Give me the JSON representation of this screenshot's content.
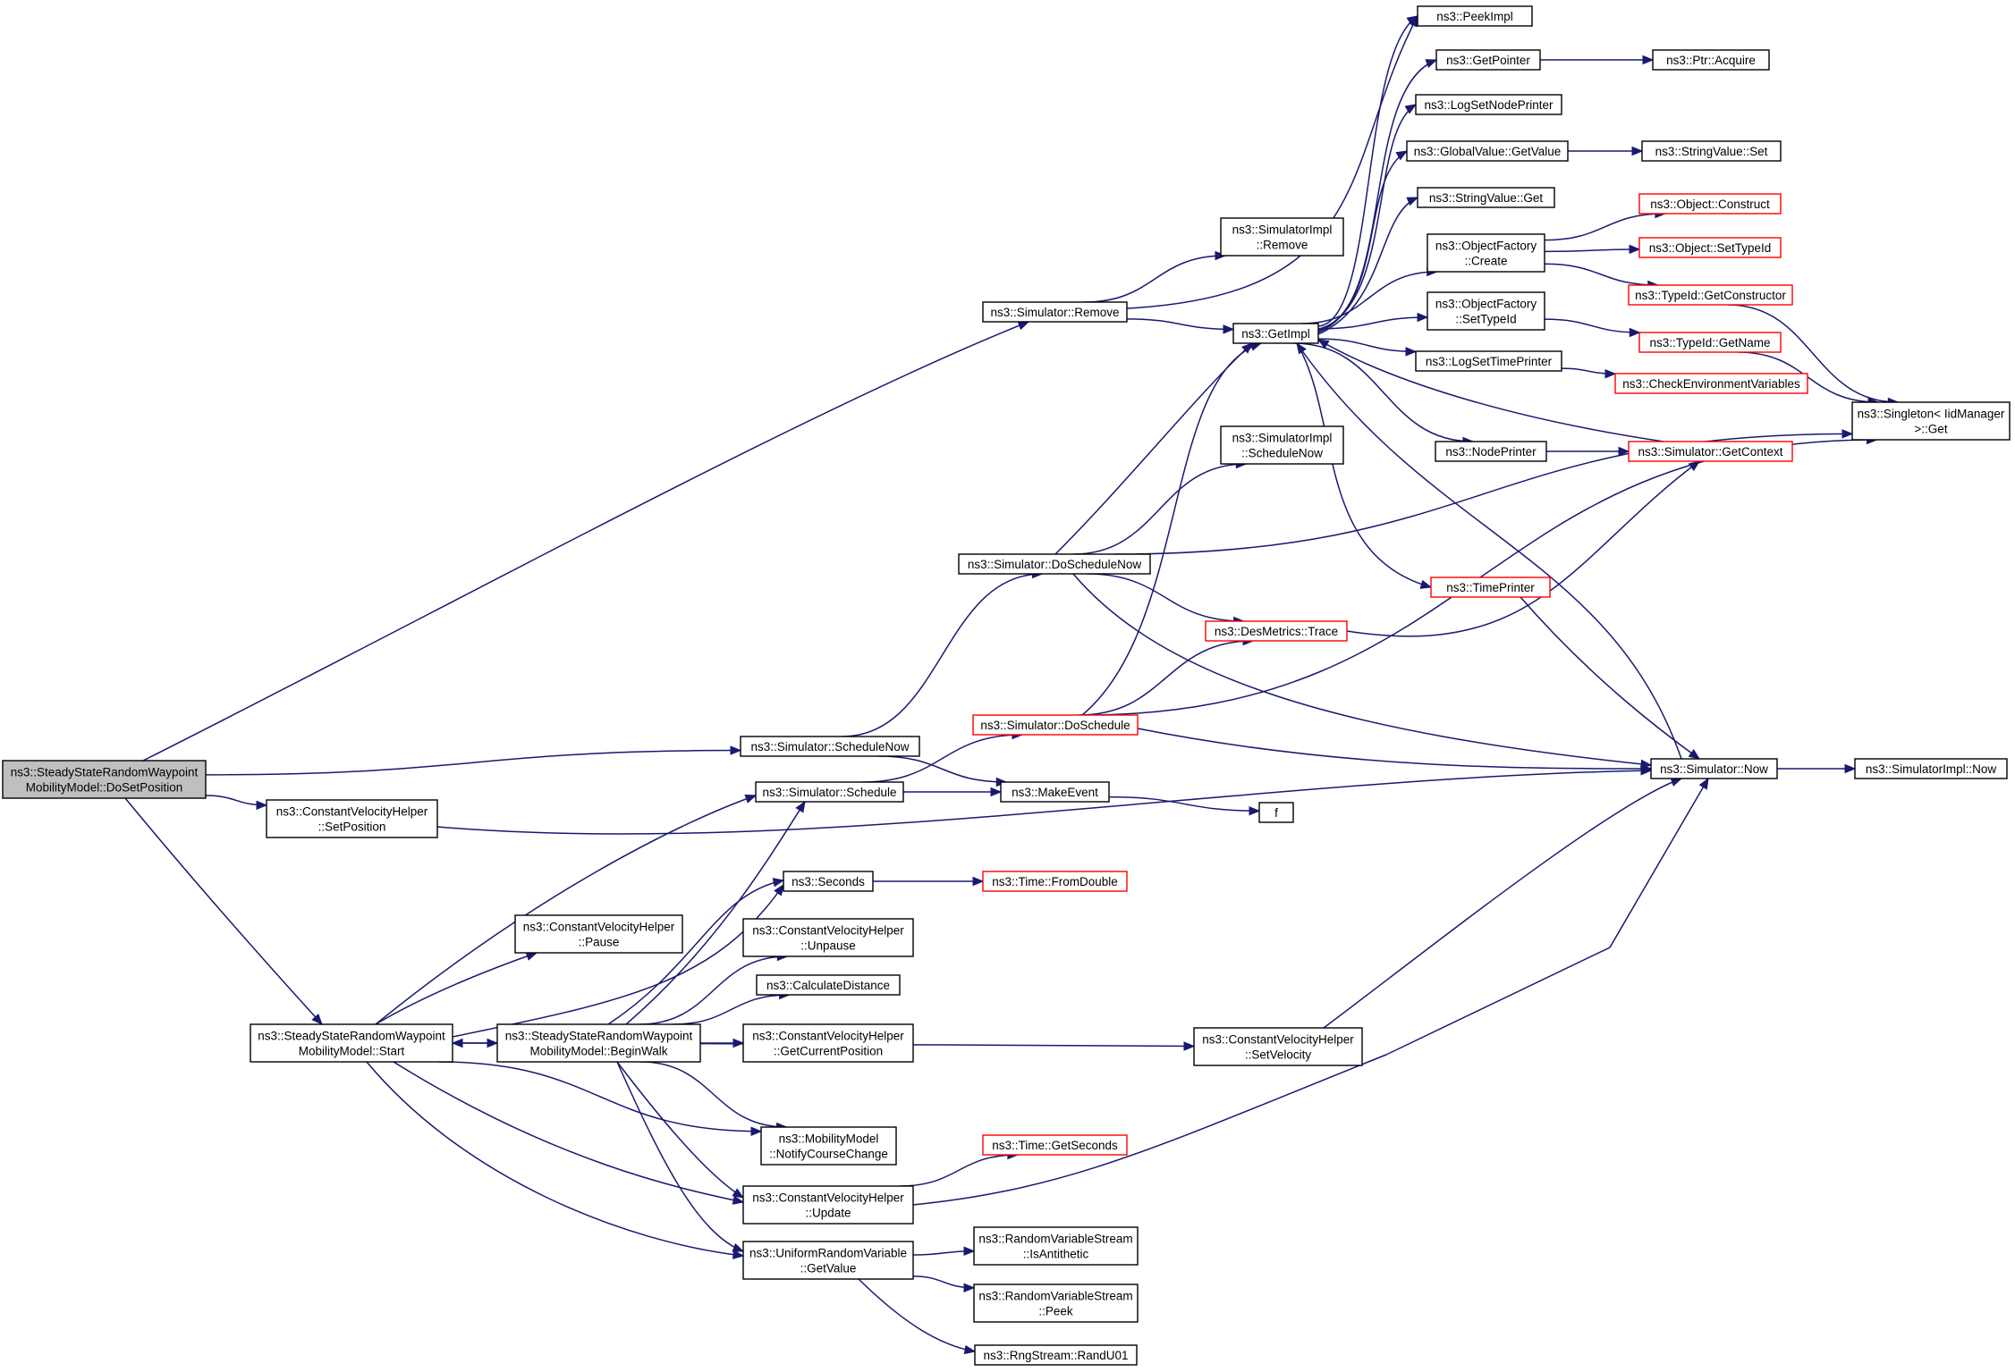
{
  "diagram": {
    "edge_color": "#191970",
    "root_fill": "#bfbfbf",
    "truncated_border_color": "#ff0000",
    "nodes": [
      {
        "id": "DoSetPosition",
        "lines": [
          "ns3::SteadyStateRandomWaypoint",
          "MobilityModel::DoSetPosition"
        ],
        "style": "root"
      },
      {
        "id": "SimRemove",
        "lines": [
          "ns3::Simulator::Remove"
        ],
        "style": "normal"
      },
      {
        "id": "ImplRemove",
        "lines": [
          "ns3::SimulatorImpl",
          "::Remove"
        ],
        "style": "normal"
      },
      {
        "id": "GetImpl",
        "lines": [
          "ns3::GetImpl"
        ],
        "style": "normal"
      },
      {
        "id": "PeekImpl",
        "lines": [
          "ns3::PeekImpl"
        ],
        "style": "normal"
      },
      {
        "id": "GetPointer",
        "lines": [
          "ns3::GetPointer"
        ],
        "style": "normal"
      },
      {
        "id": "PtrAcquire",
        "lines": [
          "ns3::Ptr::Acquire"
        ],
        "style": "normal"
      },
      {
        "id": "LogSetNodePrinter",
        "lines": [
          "ns3::LogSetNodePrinter"
        ],
        "style": "normal"
      },
      {
        "id": "GlobalGetValue",
        "lines": [
          "ns3::GlobalValue::GetValue"
        ],
        "style": "normal"
      },
      {
        "id": "StringValueSet",
        "lines": [
          "ns3::StringValue::Set"
        ],
        "style": "normal"
      },
      {
        "id": "StringValueGet",
        "lines": [
          "ns3::StringValue::Get"
        ],
        "style": "normal"
      },
      {
        "id": "OFCreate",
        "lines": [
          "ns3::ObjectFactory",
          "::Create"
        ],
        "style": "normal"
      },
      {
        "id": "ObjConstruct",
        "lines": [
          "ns3::Object::Construct"
        ],
        "style": "red"
      },
      {
        "id": "ObjSetTypeId",
        "lines": [
          "ns3::Object::SetTypeId"
        ],
        "style": "red"
      },
      {
        "id": "TypeIdGetConstructor",
        "lines": [
          "ns3::TypeId::GetConstructor"
        ],
        "style": "red"
      },
      {
        "id": "OFSetTypeId",
        "lines": [
          "ns3::ObjectFactory",
          "::SetTypeId"
        ],
        "style": "normal"
      },
      {
        "id": "TypeIdGetName",
        "lines": [
          "ns3::TypeId::GetName"
        ],
        "style": "red"
      },
      {
        "id": "LogSetTimePrinter",
        "lines": [
          "ns3::LogSetTimePrinter"
        ],
        "style": "normal"
      },
      {
        "id": "CheckEnv",
        "lines": [
          "ns3::CheckEnvironmentVariables"
        ],
        "style": "red"
      },
      {
        "id": "SingletonGet",
        "lines": [
          "ns3::Singleton< IidManager",
          ">::Get"
        ],
        "style": "normal"
      },
      {
        "id": "ImplScheduleNow",
        "lines": [
          "ns3::SimulatorImpl",
          "::ScheduleNow"
        ],
        "style": "normal"
      },
      {
        "id": "NodePrinter",
        "lines": [
          "ns3::NodePrinter"
        ],
        "style": "normal"
      },
      {
        "id": "SimGetContext",
        "lines": [
          "ns3::Simulator::GetContext"
        ],
        "style": "red"
      },
      {
        "id": "DoScheduleNow",
        "lines": [
          "ns3::Simulator::DoScheduleNow"
        ],
        "style": "normal"
      },
      {
        "id": "TimePrinter",
        "lines": [
          "ns3::TimePrinter"
        ],
        "style": "red"
      },
      {
        "id": "DesTrace",
        "lines": [
          "ns3::DesMetrics::Trace"
        ],
        "style": "red"
      },
      {
        "id": "DoSchedule",
        "lines": [
          "ns3::Simulator::DoSchedule"
        ],
        "style": "red"
      },
      {
        "id": "ScheduleNow",
        "lines": [
          "ns3::Simulator::ScheduleNow"
        ],
        "style": "normal"
      },
      {
        "id": "SimNow",
        "lines": [
          "ns3::Simulator::Now"
        ],
        "style": "normal"
      },
      {
        "id": "ImplNow",
        "lines": [
          "ns3::SimulatorImpl::Now"
        ],
        "style": "normal"
      },
      {
        "id": "Schedule",
        "lines": [
          "ns3::Simulator::Schedule"
        ],
        "style": "normal"
      },
      {
        "id": "MakeEvent",
        "lines": [
          "ns3::MakeEvent"
        ],
        "style": "normal"
      },
      {
        "id": "f",
        "lines": [
          "f"
        ],
        "style": "normal"
      },
      {
        "id": "CVHSetPosition",
        "lines": [
          "ns3::ConstantVelocityHelper",
          "::SetPosition"
        ],
        "style": "normal"
      },
      {
        "id": "Seconds",
        "lines": [
          "ns3::Seconds"
        ],
        "style": "normal"
      },
      {
        "id": "FromDouble",
        "lines": [
          "ns3::Time::FromDouble"
        ],
        "style": "red"
      },
      {
        "id": "CVHPause",
        "lines": [
          "ns3::ConstantVelocityHelper",
          "::Pause"
        ],
        "style": "normal"
      },
      {
        "id": "CVHUnpause",
        "lines": [
          "ns3::ConstantVelocityHelper",
          "::Unpause"
        ],
        "style": "normal"
      },
      {
        "id": "CalcDist",
        "lines": [
          "ns3::CalculateDistance"
        ],
        "style": "normal"
      },
      {
        "id": "Start",
        "lines": [
          "ns3::SteadyStateRandomWaypoint",
          "MobilityModel::Start"
        ],
        "style": "normal"
      },
      {
        "id": "BeginWalk",
        "lines": [
          "ns3::SteadyStateRandomWaypoint",
          "MobilityModel::BeginWalk"
        ],
        "style": "normal"
      },
      {
        "id": "CVHGetCurPos",
        "lines": [
          "ns3::ConstantVelocityHelper",
          "::GetCurrentPosition"
        ],
        "style": "normal"
      },
      {
        "id": "CVHSetVelocity",
        "lines": [
          "ns3::ConstantVelocityHelper",
          "::SetVelocity"
        ],
        "style": "normal"
      },
      {
        "id": "NotifyCourse",
        "lines": [
          "ns3::MobilityModel",
          "::NotifyCourseChange"
        ],
        "style": "normal"
      },
      {
        "id": "TimeGetSeconds",
        "lines": [
          "ns3::Time::GetSeconds"
        ],
        "style": "red"
      },
      {
        "id": "CVHUpdate",
        "lines": [
          "ns3::ConstantVelocityHelper",
          "::Update"
        ],
        "style": "normal"
      },
      {
        "id": "URVGetValue",
        "lines": [
          "ns3::UniformRandomVariable",
          "::GetValue"
        ],
        "style": "normal"
      },
      {
        "id": "RVSIsAnti",
        "lines": [
          "ns3::RandomVariableStream",
          "::IsAntithetic"
        ],
        "style": "normal"
      },
      {
        "id": "RVSPeek",
        "lines": [
          "ns3::RandomVariableStream",
          "::Peek"
        ],
        "style": "normal"
      },
      {
        "id": "RandU01",
        "lines": [
          "ns3::RngStream::RandU01"
        ],
        "style": "normal"
      }
    ],
    "edges": [
      [
        "DoSetPosition",
        "SimRemove"
      ],
      [
        "DoSetPosition",
        "ScheduleNow"
      ],
      [
        "DoSetPosition",
        "CVHSetPosition"
      ],
      [
        "DoSetPosition",
        "Start"
      ],
      [
        "SimRemove",
        "ImplRemove"
      ],
      [
        "SimRemove",
        "GetImpl"
      ],
      [
        "SimRemove",
        "PeekImpl"
      ],
      [
        "GetImpl",
        "PeekImpl"
      ],
      [
        "GetImpl",
        "GetPointer"
      ],
      [
        "GetImpl",
        "LogSetNodePrinter"
      ],
      [
        "GetImpl",
        "GlobalGetValue"
      ],
      [
        "GetImpl",
        "StringValueGet"
      ],
      [
        "GetImpl",
        "OFCreate"
      ],
      [
        "GetImpl",
        "OFSetTypeId"
      ],
      [
        "GetImpl",
        "LogSetTimePrinter"
      ],
      [
        "GetImpl",
        "NodePrinter"
      ],
      [
        "GetImpl",
        "TimePrinter"
      ],
      [
        "GetPointer",
        "PtrAcquire"
      ],
      [
        "GlobalGetValue",
        "StringValueSet"
      ],
      [
        "OFCreate",
        "ObjConstruct"
      ],
      [
        "OFCreate",
        "ObjSetTypeId"
      ],
      [
        "OFCreate",
        "TypeIdGetConstructor"
      ],
      [
        "OFSetTypeId",
        "TypeIdGetName"
      ],
      [
        "TypeIdGetConstructor",
        "SingletonGet"
      ],
      [
        "TypeIdGetName",
        "SingletonGet"
      ],
      [
        "LogSetTimePrinter",
        "CheckEnv"
      ],
      [
        "NodePrinter",
        "SimGetContext"
      ],
      [
        "SimGetContext",
        "GetImpl"
      ],
      [
        "DoScheduleNow",
        "GetImpl"
      ],
      [
        "DoScheduleNow",
        "ImplScheduleNow"
      ],
      [
        "DoScheduleNow",
        "SingletonGet"
      ],
      [
        "DoScheduleNow",
        "DesTrace"
      ],
      [
        "DoScheduleNow",
        "SimNow"
      ],
      [
        "DesTrace",
        "SimGetContext"
      ],
      [
        "TimePrinter",
        "SimNow"
      ],
      [
        "SimNow",
        "GetImpl"
      ],
      [
        "SimNow",
        "ImplNow"
      ],
      [
        "DoSchedule",
        "GetImpl"
      ],
      [
        "DoSchedule",
        "DesTrace"
      ],
      [
        "DoSchedule",
        "SingletonGet"
      ],
      [
        "DoSchedule",
        "SimNow"
      ],
      [
        "ScheduleNow",
        "DoScheduleNow"
      ],
      [
        "ScheduleNow",
        "MakeEvent"
      ],
      [
        "Schedule",
        "DoSchedule"
      ],
      [
        "Schedule",
        "MakeEvent"
      ],
      [
        "MakeEvent",
        "f"
      ],
      [
        "CVHSetPosition",
        "SimNow"
      ],
      [
        "Seconds",
        "FromDouble"
      ],
      [
        "Start",
        "Schedule"
      ],
      [
        "Start",
        "CVHPause"
      ],
      [
        "Start",
        "Seconds"
      ],
      [
        "Start",
        "BeginWalk"
      ],
      [
        "Start",
        "NotifyCourse"
      ],
      [
        "Start",
        "CVHUpdate"
      ],
      [
        "Start",
        "URVGetValue"
      ],
      [
        "BeginWalk",
        "Start"
      ],
      [
        "BeginWalk",
        "Schedule"
      ],
      [
        "BeginWalk",
        "Seconds"
      ],
      [
        "BeginWalk",
        "CVHUnpause"
      ],
      [
        "BeginWalk",
        "CalcDist"
      ],
      [
        "BeginWalk",
        "CVHGetCurPos"
      ],
      [
        "BeginWalk",
        "CVHSetVelocity"
      ],
      [
        "BeginWalk",
        "NotifyCourse"
      ],
      [
        "BeginWalk",
        "CVHUpdate"
      ],
      [
        "BeginWalk",
        "URVGetValue"
      ],
      [
        "CVHSetVelocity",
        "SimNow"
      ],
      [
        "CVHUpdate",
        "TimeGetSeconds"
      ],
      [
        "CVHUpdate",
        "SimNow"
      ],
      [
        "URVGetValue",
        "RVSIsAnti"
      ],
      [
        "URVGetValue",
        "RVSPeek"
      ],
      [
        "URVGetValue",
        "RandU01"
      ]
    ]
  }
}
